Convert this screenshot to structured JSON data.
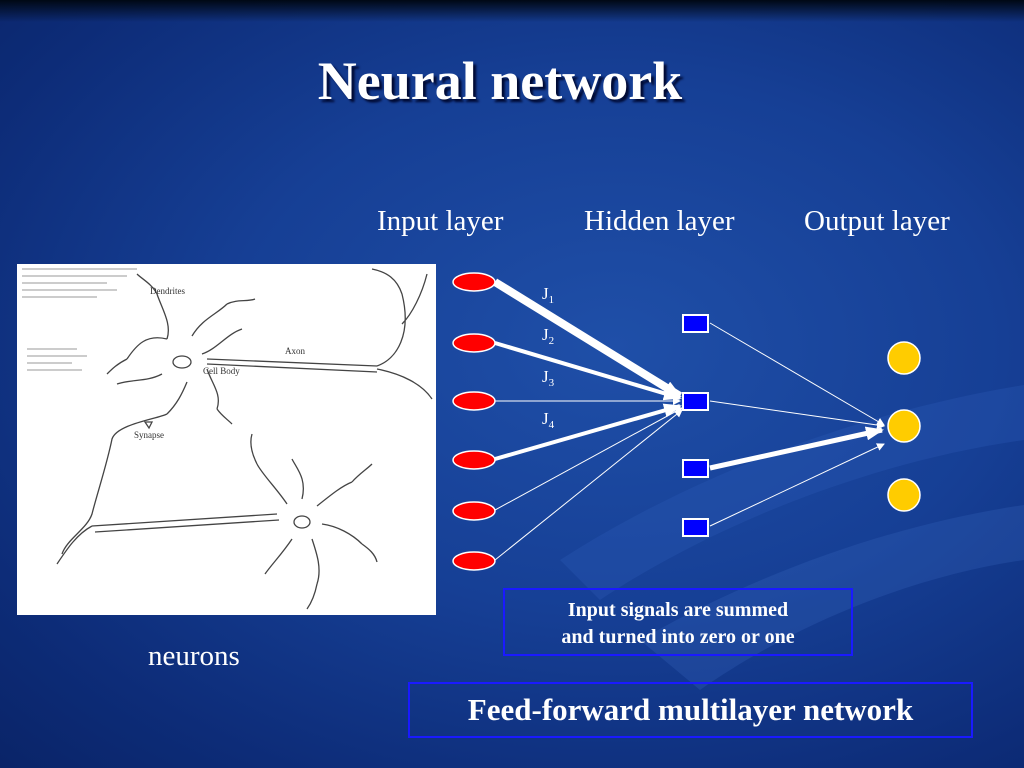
{
  "title": "Neural network",
  "layers": {
    "input_label": "Input layer",
    "hidden_label": "Hidden layer",
    "output_label": "Output layer"
  },
  "weights": {
    "j1": "J",
    "j1_sub": "1",
    "j2": "J",
    "j2_sub": "2",
    "j3": "J",
    "j3_sub": "3",
    "j4": "J",
    "j4_sub": "4"
  },
  "neuron_figure": {
    "dendrites": "Dendrites",
    "axon": "Axon",
    "cell_body": "Cell Body",
    "synapse": "Synapse"
  },
  "caption": "neurons",
  "signals_box": {
    "line1": "Input signals are summed",
    "line2": "and turned into zero or one"
  },
  "network_caption": "Feed-forward multilayer network",
  "colors": {
    "input_node": "#ff0000",
    "hidden_node": "#0000ff",
    "output_node": "#ffcc00",
    "box_border": "#1a1aff"
  }
}
